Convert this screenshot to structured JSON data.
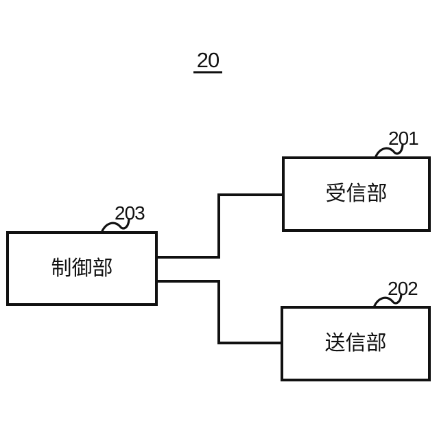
{
  "figure": {
    "number": "20",
    "background_color": "#ffffff",
    "line_color": "#111111"
  },
  "blocks": [
    {
      "id": "control-unit",
      "label": "制御部",
      "ref": "203"
    },
    {
      "id": "receiving-unit",
      "label": "受信部",
      "ref": "201"
    },
    {
      "id": "transmitting-unit",
      "label": "送信部",
      "ref": "202"
    }
  ]
}
